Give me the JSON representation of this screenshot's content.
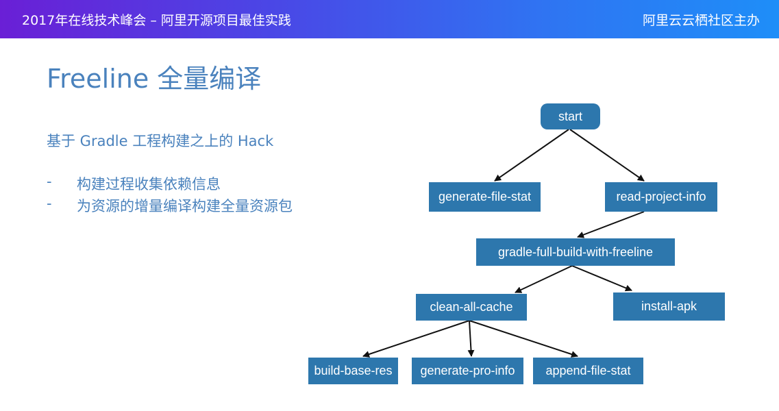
{
  "header": {
    "left_text": "2017年在线技术峰会 – 阿里开源项目最佳实践",
    "right_text": "阿里云云栖社区主办"
  },
  "slide": {
    "title": "Freeline 全量编译",
    "intro": "基于 Gradle 工程构建之上的 Hack",
    "bullets": [
      {
        "dash": "-",
        "text": "构建过程收集依赖信息"
      },
      {
        "dash": "-",
        "text": "为资源的增量编译构建全量资源包"
      }
    ]
  },
  "flow": {
    "start": "start",
    "generate_file_stat": "generate-file-stat",
    "read_project_info": "read-project-info",
    "gradle_full_build": "gradle-full-build-with-freeline",
    "clean_all_cache": "clean-all-cache",
    "install_apk": "install-apk",
    "build_base_res": "build-base-res",
    "generate_pro_info": "generate-pro-info",
    "append_file_stat": "append-file-stat"
  },
  "colors": {
    "node_fill": "#2d77ad",
    "text_blue": "#4a82bd"
  }
}
